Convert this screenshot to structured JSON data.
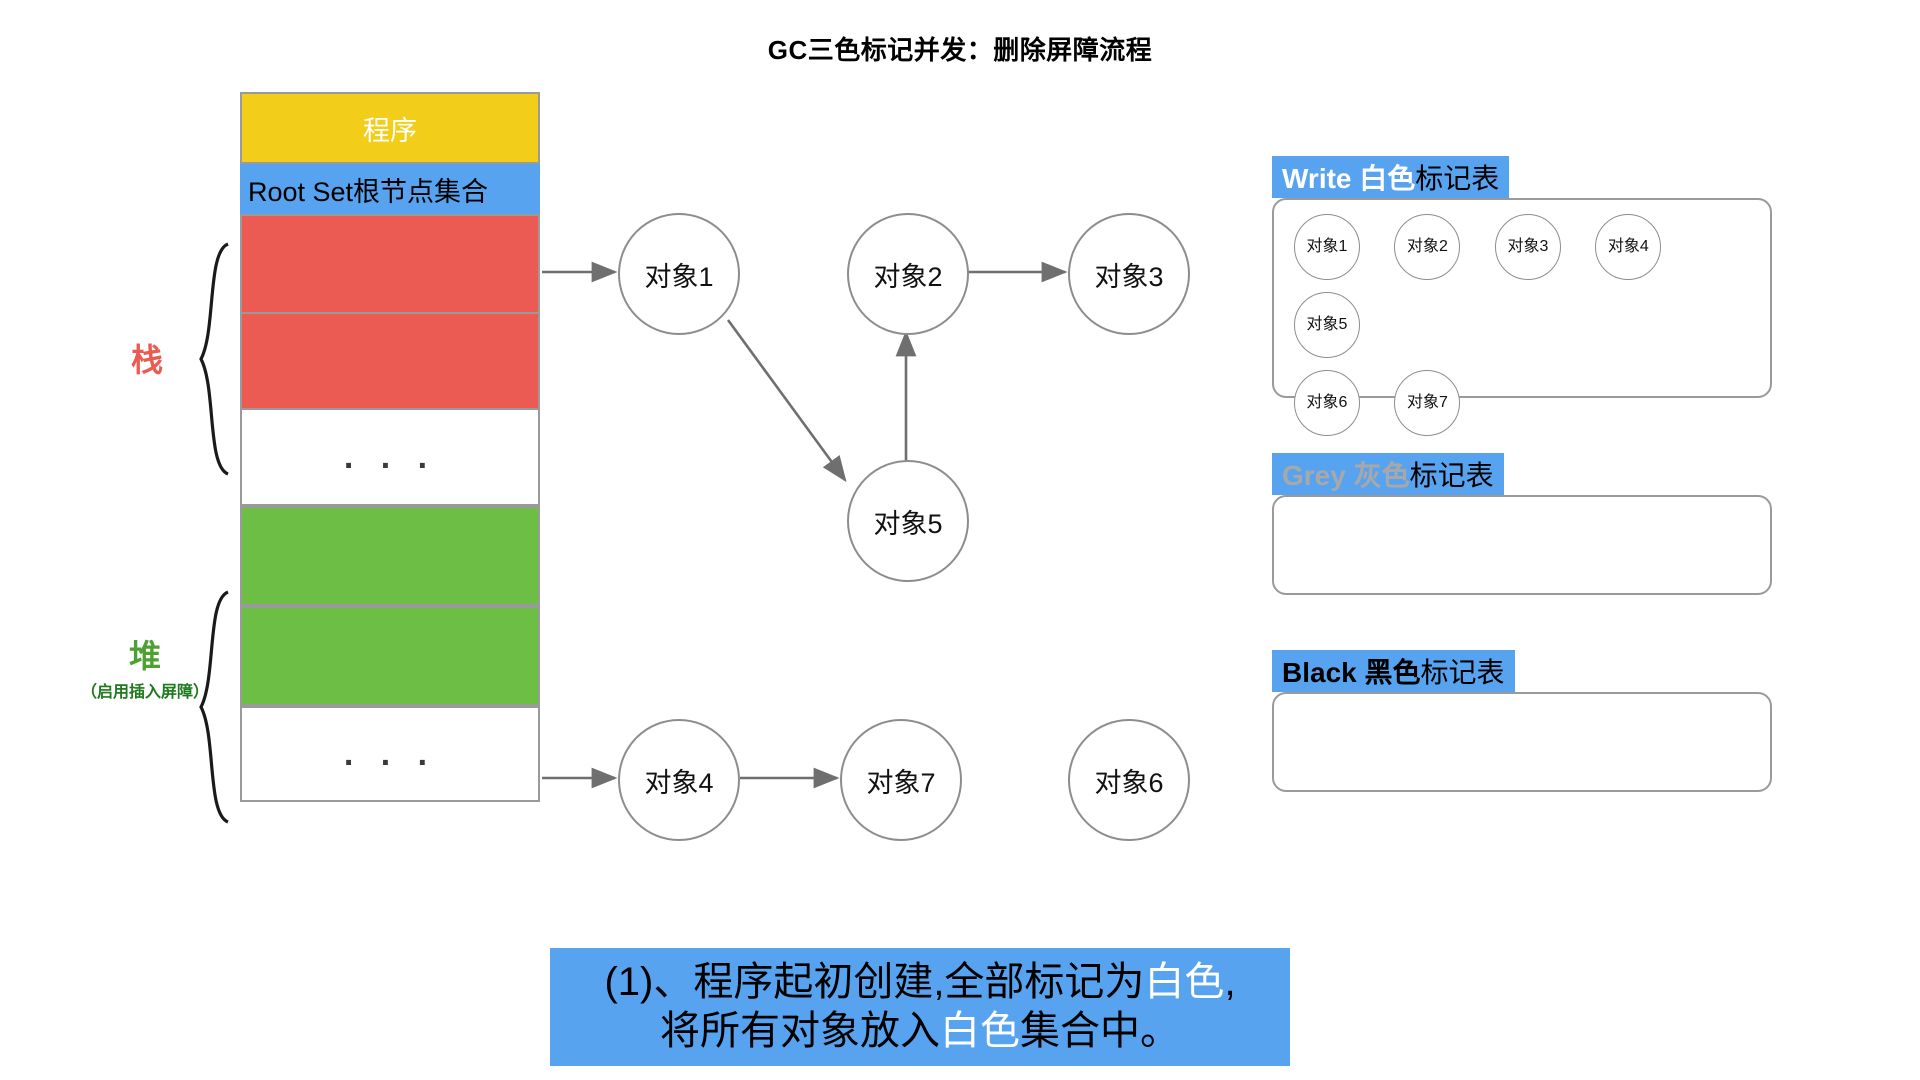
{
  "title": "GC三色标记并发：删除屏障流程",
  "memory_column": {
    "program_label": "程序",
    "root_set_label": "Root Set根节点集合",
    "ellipsis": ". . .",
    "stack_bracket_label": "栈",
    "heap_bracket_label": "堆",
    "heap_bracket_sublabel": "（启用插入屏障）"
  },
  "objects": [
    {
      "id": "obj1",
      "label": "对象1"
    },
    {
      "id": "obj2",
      "label": "对象2"
    },
    {
      "id": "obj3",
      "label": "对象3"
    },
    {
      "id": "obj5",
      "label": "对象5"
    },
    {
      "id": "obj4",
      "label": "对象4"
    },
    {
      "id": "obj7",
      "label": "对象7"
    },
    {
      "id": "obj6",
      "label": "对象6"
    }
  ],
  "edges": [
    {
      "from": "root-set",
      "to": "obj1"
    },
    {
      "from": "obj1",
      "to": "obj5"
    },
    {
      "from": "obj5",
      "to": "obj2"
    },
    {
      "from": "obj2",
      "to": "obj3"
    },
    {
      "from": "heap",
      "to": "obj4"
    },
    {
      "from": "obj4",
      "to": "obj7"
    }
  ],
  "mark_tables": [
    {
      "key": "white",
      "head_keyword": "Write 白色",
      "head_tail": "标记表",
      "keyword_color": "#ffffff",
      "items": [
        "对象1",
        "对象2",
        "对象3",
        "对象4",
        "对象5",
        "对象6",
        "对象7"
      ]
    },
    {
      "key": "grey",
      "head_keyword": "Grey 灰色",
      "head_tail": "标记表",
      "keyword_color": "#a8a8a8",
      "items": []
    },
    {
      "key": "black",
      "head_keyword": "Black 黑色",
      "head_tail": "标记表",
      "keyword_color": "#000000",
      "items": []
    }
  ],
  "caption": {
    "line1_a": "(1)、程序起初创建,全部标记为",
    "line1_hl": "白色",
    "line1_b": ",",
    "line2_a": "将所有对象放入",
    "line2_hl": "白色",
    "line2_b": "集合中。"
  },
  "colors": {
    "program": "#F2CE1B",
    "root_set": "#58A3F0",
    "stack_block": "#EC5B53",
    "heap_block": "#6CBE45",
    "accent_blue": "#58A3F0",
    "stack_text": "#EC5B53",
    "heap_text": "#4DA130",
    "border": "#9a9a9a"
  }
}
